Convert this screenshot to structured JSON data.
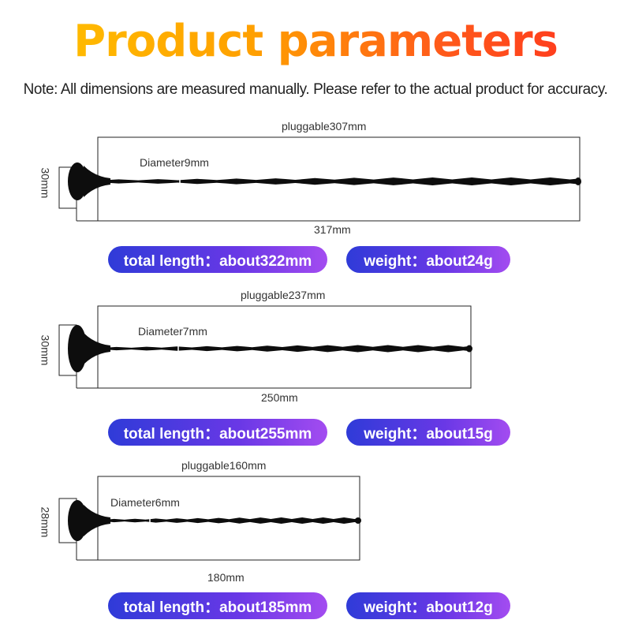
{
  "title": "Product parameters",
  "note": "Note: All dimensions are measured manually. Please refer to the actual product for accuracy.",
  "products": [
    {
      "pluggable": "pluggable307mm",
      "diameter": "Diameter9mm",
      "length": "317mm",
      "height": "30mm",
      "total_length": "total length：about322mm",
      "weight": "weight：about24g"
    },
    {
      "pluggable": "pluggable237mm",
      "diameter": "Diameter7mm",
      "length": "250mm",
      "height": "30mm",
      "total_length": "total length：about255mm",
      "weight": "weight：about15g"
    },
    {
      "pluggable": "pluggable160mm",
      "diameter": "Diameter6mm",
      "length": "180mm",
      "height": "28mm",
      "total_length": "total length：about185mm",
      "weight": "weight：about12g"
    }
  ],
  "colors": {
    "title_start": "#ffc400",
    "title_end": "#ff2d1f",
    "pill_start": "#2f3bd8",
    "pill_end": "#a34cf0",
    "product": "#0d0d0d"
  }
}
